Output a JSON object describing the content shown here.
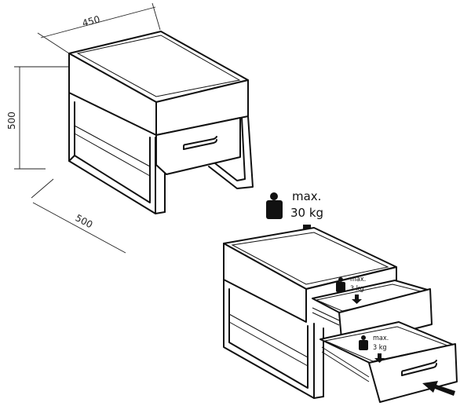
{
  "dimensions": {
    "width_label": "450",
    "height_label": "500",
    "depth_label": "500"
  },
  "load_limits": {
    "top": {
      "max_label": "max.",
      "value_label": "30 kg"
    },
    "upper_drawer": {
      "max_label": "max.",
      "value_label": "3 kg"
    },
    "lower_drawer": {
      "max_label": "max.",
      "value_label": "3 kg"
    }
  },
  "icons": [
    "weight-icon",
    "down-arrow-icon",
    "push-arrow-icon"
  ]
}
